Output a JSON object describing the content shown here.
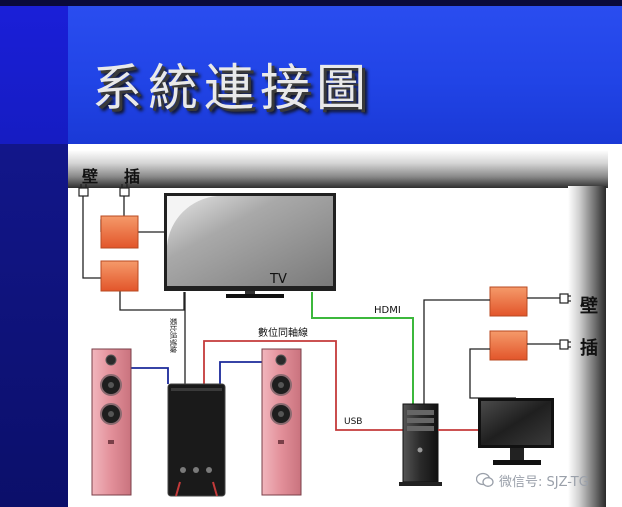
{
  "title": "系統連接圖",
  "labels": {
    "wall_top": [
      "壁",
      "插"
    ],
    "wall_right": [
      "壁",
      "插"
    ],
    "tv": "TV",
    "hdmi": "HDMI",
    "usb": "USB",
    "coax": "數位同軸線",
    "audio_cable": "類比訊號線"
  },
  "watermark": "微信号: SJZ-TG",
  "colors": {
    "outlet_box": "#f07a4a",
    "speaker": "#e89aa4",
    "hdmi_line": "#3cb83c",
    "coax_line": "#c43a3a",
    "signal_line": "#1b2a9a"
  }
}
